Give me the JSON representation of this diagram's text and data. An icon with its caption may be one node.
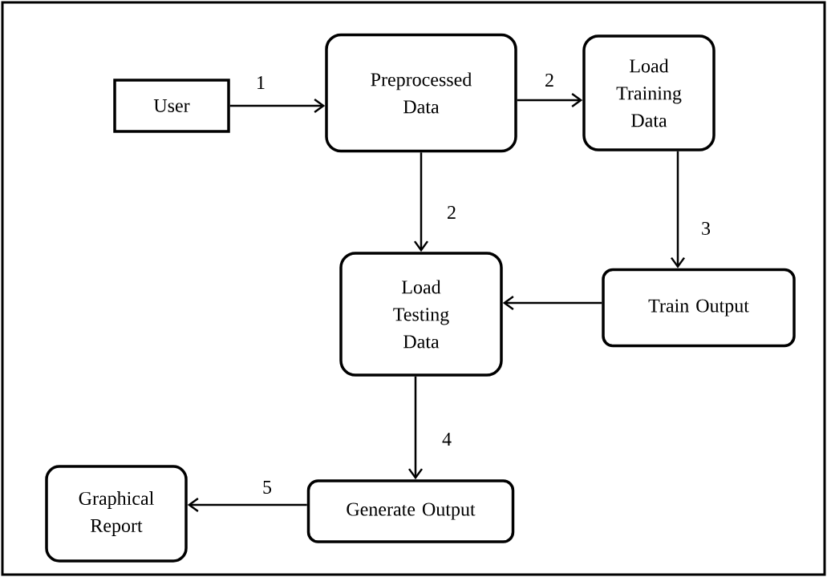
{
  "diagram": {
    "nodes": [
      {
        "text": [
          "User"
        ]
      },
      {
        "text": [
          "Preprocessed Data"
        ]
      },
      {
        "text": [
          "Load Training Data"
        ]
      },
      {
        "text": [
          "Load Testing Data"
        ]
      },
      {
        "text": [
          "Train Output"
        ]
      },
      {
        "text": [
          "Graphical Report"
        ]
      },
      {
        "text": [
          "Generate Output"
        ]
      }
    ],
    "edges": [
      {
        "from": 0,
        "to": 1,
        "arrow": "to",
        "label": "1"
      },
      {
        "from": 1,
        "to": 2,
        "arrow": "to",
        "label": "2"
      },
      {
        "from": 1,
        "to": 3,
        "arrow": "to",
        "label": "2"
      },
      {
        "from": 2,
        "to": 4,
        "arrow": "to",
        "label": "3"
      },
      {
        "from": 4,
        "to": 3,
        "arrow": "to"
      },
      {
        "from": 3,
        "to": 6,
        "arrow": "to",
        "label": "4"
      },
      {
        "from": 6,
        "to": 5,
        "arrow": "to",
        "label": "5"
      }
    ]
  }
}
